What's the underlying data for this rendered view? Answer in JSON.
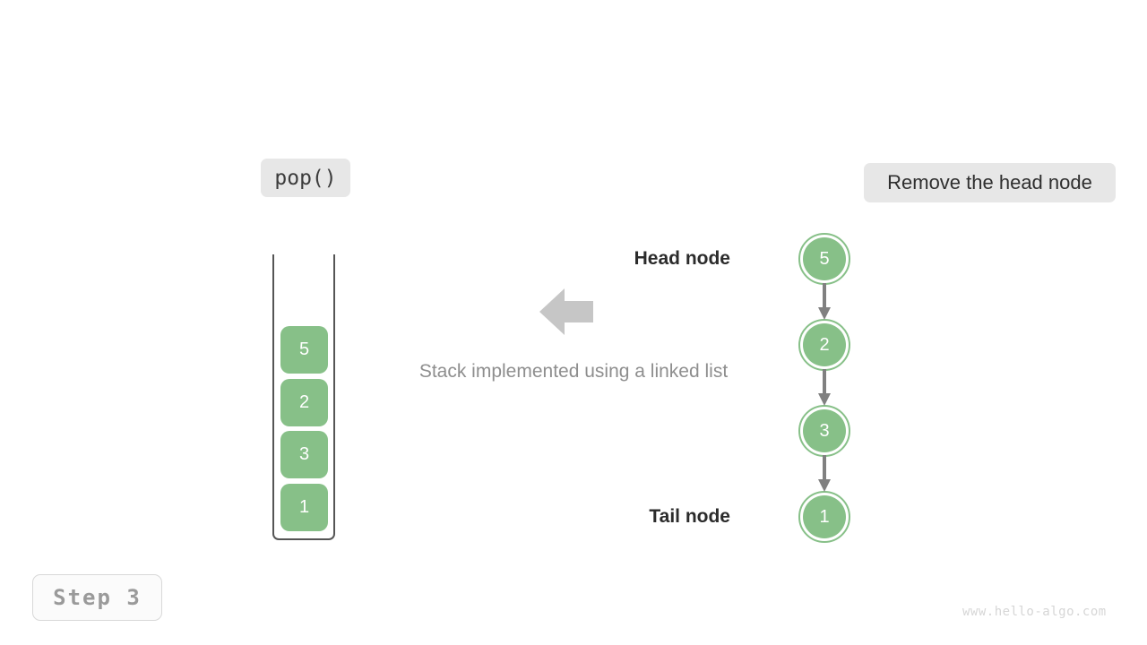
{
  "figure": {
    "caption": "Stack implemented using a linked list",
    "watermark": "www.hello-algo.com"
  },
  "badges": {
    "operation": "pop()",
    "action": "Remove the head node",
    "step": "Step 3"
  },
  "colors": {
    "node_green": "#87c088",
    "badge_gray": "#e7e7e7",
    "arrow_gray": "#808080",
    "big_arrow_gray": "#c6c6c6",
    "container_stroke": "#555555",
    "caption_text": "#8e8e8e",
    "watermark_text": "#d6d6d6"
  },
  "stack": {
    "cells": [
      {
        "value": "5"
      },
      {
        "value": "2"
      },
      {
        "value": "3"
      },
      {
        "value": "1"
      }
    ]
  },
  "linked_list": {
    "head_label": "Head node",
    "tail_label": "Tail node",
    "nodes": [
      {
        "value": "5"
      },
      {
        "value": "2"
      },
      {
        "value": "3"
      },
      {
        "value": "1"
      }
    ]
  }
}
